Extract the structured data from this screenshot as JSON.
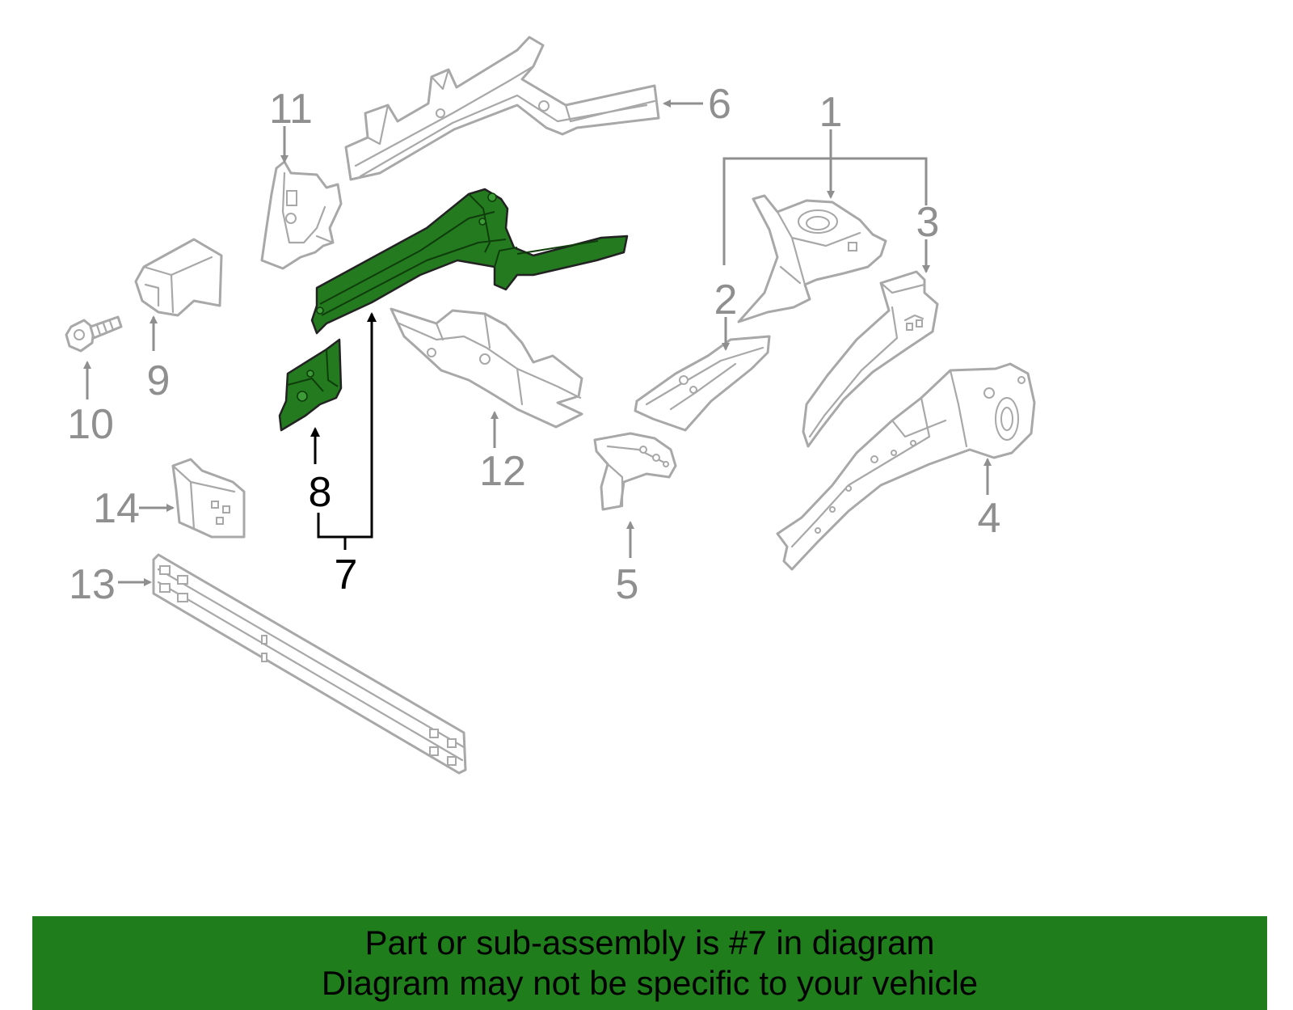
{
  "diagram": {
    "callouts": {
      "c1": "1",
      "c2": "2",
      "c3": "3",
      "c4": "4",
      "c5": "5",
      "c6": "6",
      "c7": "7",
      "c8": "8",
      "c9": "9",
      "c10": "10",
      "c11": "11",
      "c12": "12",
      "c13": "13",
      "c14": "14"
    },
    "highlighted_part": "7",
    "colors": {
      "highlight": "#237a1f",
      "outline": "#a8a8a8",
      "callout_text": "#8f8f8f",
      "banner": "#1f7d1c"
    }
  },
  "banner": {
    "line1": "Part or sub-assembly is #7 in diagram",
    "line2": "Diagram may not be specific to your vehicle"
  }
}
